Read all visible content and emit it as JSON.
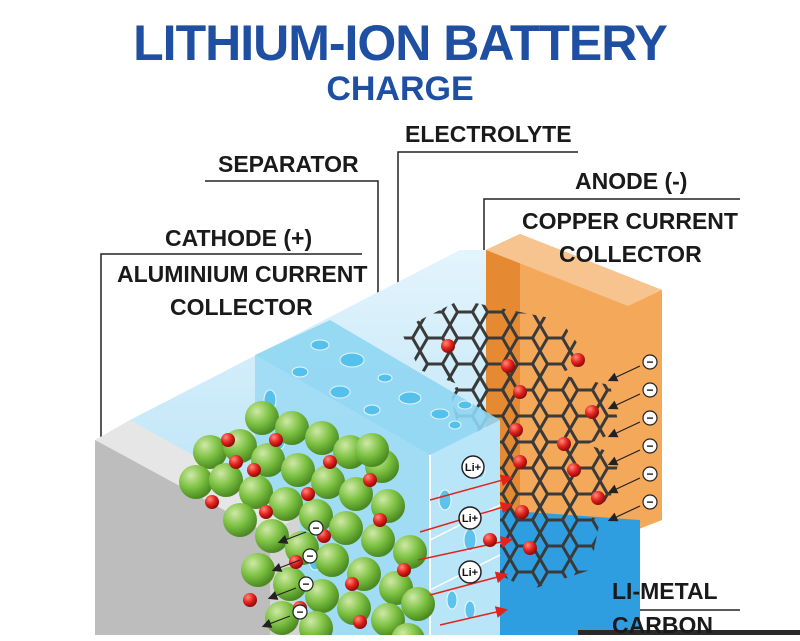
{
  "title": "LITHIUM-ION BATTERY",
  "subtitle": "CHARGE",
  "labels": {
    "electrolyte": "ELECTROLYTE",
    "separator": "SEPARATOR",
    "anode": "ANODE (-)",
    "copper_line1": "COPPER CURRENT",
    "copper_line2": "COLLECTOR",
    "cathode": "CATHODE (+)",
    "aluminium_line1": "ALUMINIUM CURRENT",
    "aluminium_line2": "COLLECTOR",
    "li_metal": "LI-METAL",
    "carbon": "CARBON"
  },
  "ion_label": "Li+",
  "electron_symbol": "−",
  "colors": {
    "title": "#1e4fa3",
    "electrolyte": "#bfe6f7",
    "separator": "#8fd6f2",
    "copper": "#f29b45",
    "aluminium": "#c9c9c9",
    "cathode_particle": "#7cc142",
    "lithium_ion": "#e3221d",
    "graphite": "#3a3a3a",
    "arrow": "#e3221d"
  }
}
